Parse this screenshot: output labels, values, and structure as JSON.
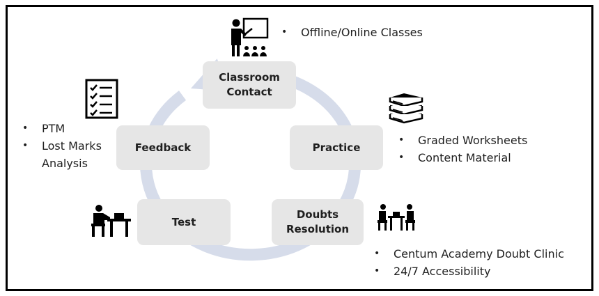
{
  "nodes": {
    "classroom": "Classroom\nContact",
    "practice": "Practice",
    "doubts": "Doubts\nResolution",
    "test": "Test",
    "feedback": "Feedback"
  },
  "notes": {
    "classroom": [
      "Offline/Online Classes"
    ],
    "practice": [
      "Graded Worksheets",
      "Content Material"
    ],
    "doubts": [
      "Centum Academy Doubt Clinic",
      "24/7 Accessibility"
    ],
    "feedback": {
      "item1": "PTM",
      "item2_line1": "Lost Marks",
      "item2_line2": "Analysis"
    }
  },
  "icons": {
    "classroom": "teacher-at-board-icon",
    "practice": "stacked-books-icon",
    "doubts": "two-people-at-desk-icon",
    "test": "student-at-desk-icon",
    "feedback": "checklist-icon"
  },
  "colors": {
    "cycle_ring": "#d6dcea",
    "node_fill": "#e6e6e6",
    "border": "#000000"
  }
}
